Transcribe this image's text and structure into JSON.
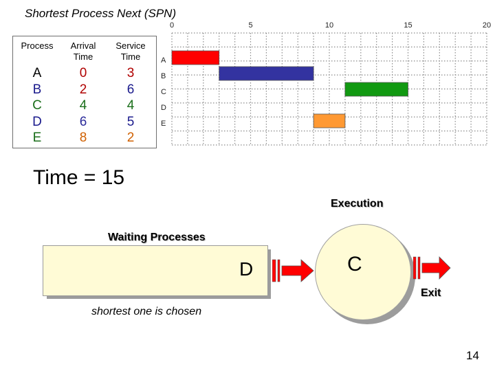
{
  "title": "Shortest Process Next (SPN)",
  "table": {
    "headers": {
      "process": "Process",
      "arrival": "Arrival Time",
      "service": "Service Time"
    },
    "processes": [
      "A",
      "B",
      "C",
      "D",
      "E"
    ],
    "arrival": [
      "0",
      "2",
      "4",
      "6",
      "8"
    ],
    "service": [
      "3",
      "6",
      "4",
      "5",
      "2"
    ],
    "process_colors": [
      "#000000",
      "#1a1a8c",
      "#1a6e1a",
      "#1a1a8c",
      "#1a6e1a"
    ],
    "arrival_colors": [
      "#b00000",
      "#b00000",
      "#1a6e1a",
      "#2a2a9a",
      "#d06000"
    ],
    "service_colors": [
      "#b00000",
      "#1a1a8c",
      "#1a6e1a",
      "#1a1a8c",
      "#d06000"
    ]
  },
  "gantt": {
    "ticks": [
      "0",
      "5",
      "10",
      "15",
      "20"
    ],
    "tick_values": [
      0,
      5,
      10,
      15,
      20
    ],
    "x_max": 20,
    "rows": [
      "A",
      "B",
      "C",
      "D",
      "E"
    ],
    "bars": [
      {
        "process": "A",
        "start": 0,
        "end": 3,
        "color": "#ff0000"
      },
      {
        "process": "B",
        "start": 3,
        "end": 9,
        "color": "#3333a0"
      },
      {
        "process": "C",
        "start": 11,
        "end": 15,
        "color": "#119911"
      },
      {
        "process": "E",
        "start": 9,
        "end": 11,
        "color": "#ff9933"
      }
    ]
  },
  "clock": {
    "label": "Time = 15"
  },
  "execution": {
    "label": "Execution",
    "process": "C"
  },
  "waiting": {
    "label": "Waiting Processes",
    "queue": "D"
  },
  "exit_label": "Exit",
  "note": "shortest one is chosen",
  "page_number": "14",
  "colors": {
    "panel_fill": "#fffbd6",
    "arrow": "#ff0000"
  }
}
